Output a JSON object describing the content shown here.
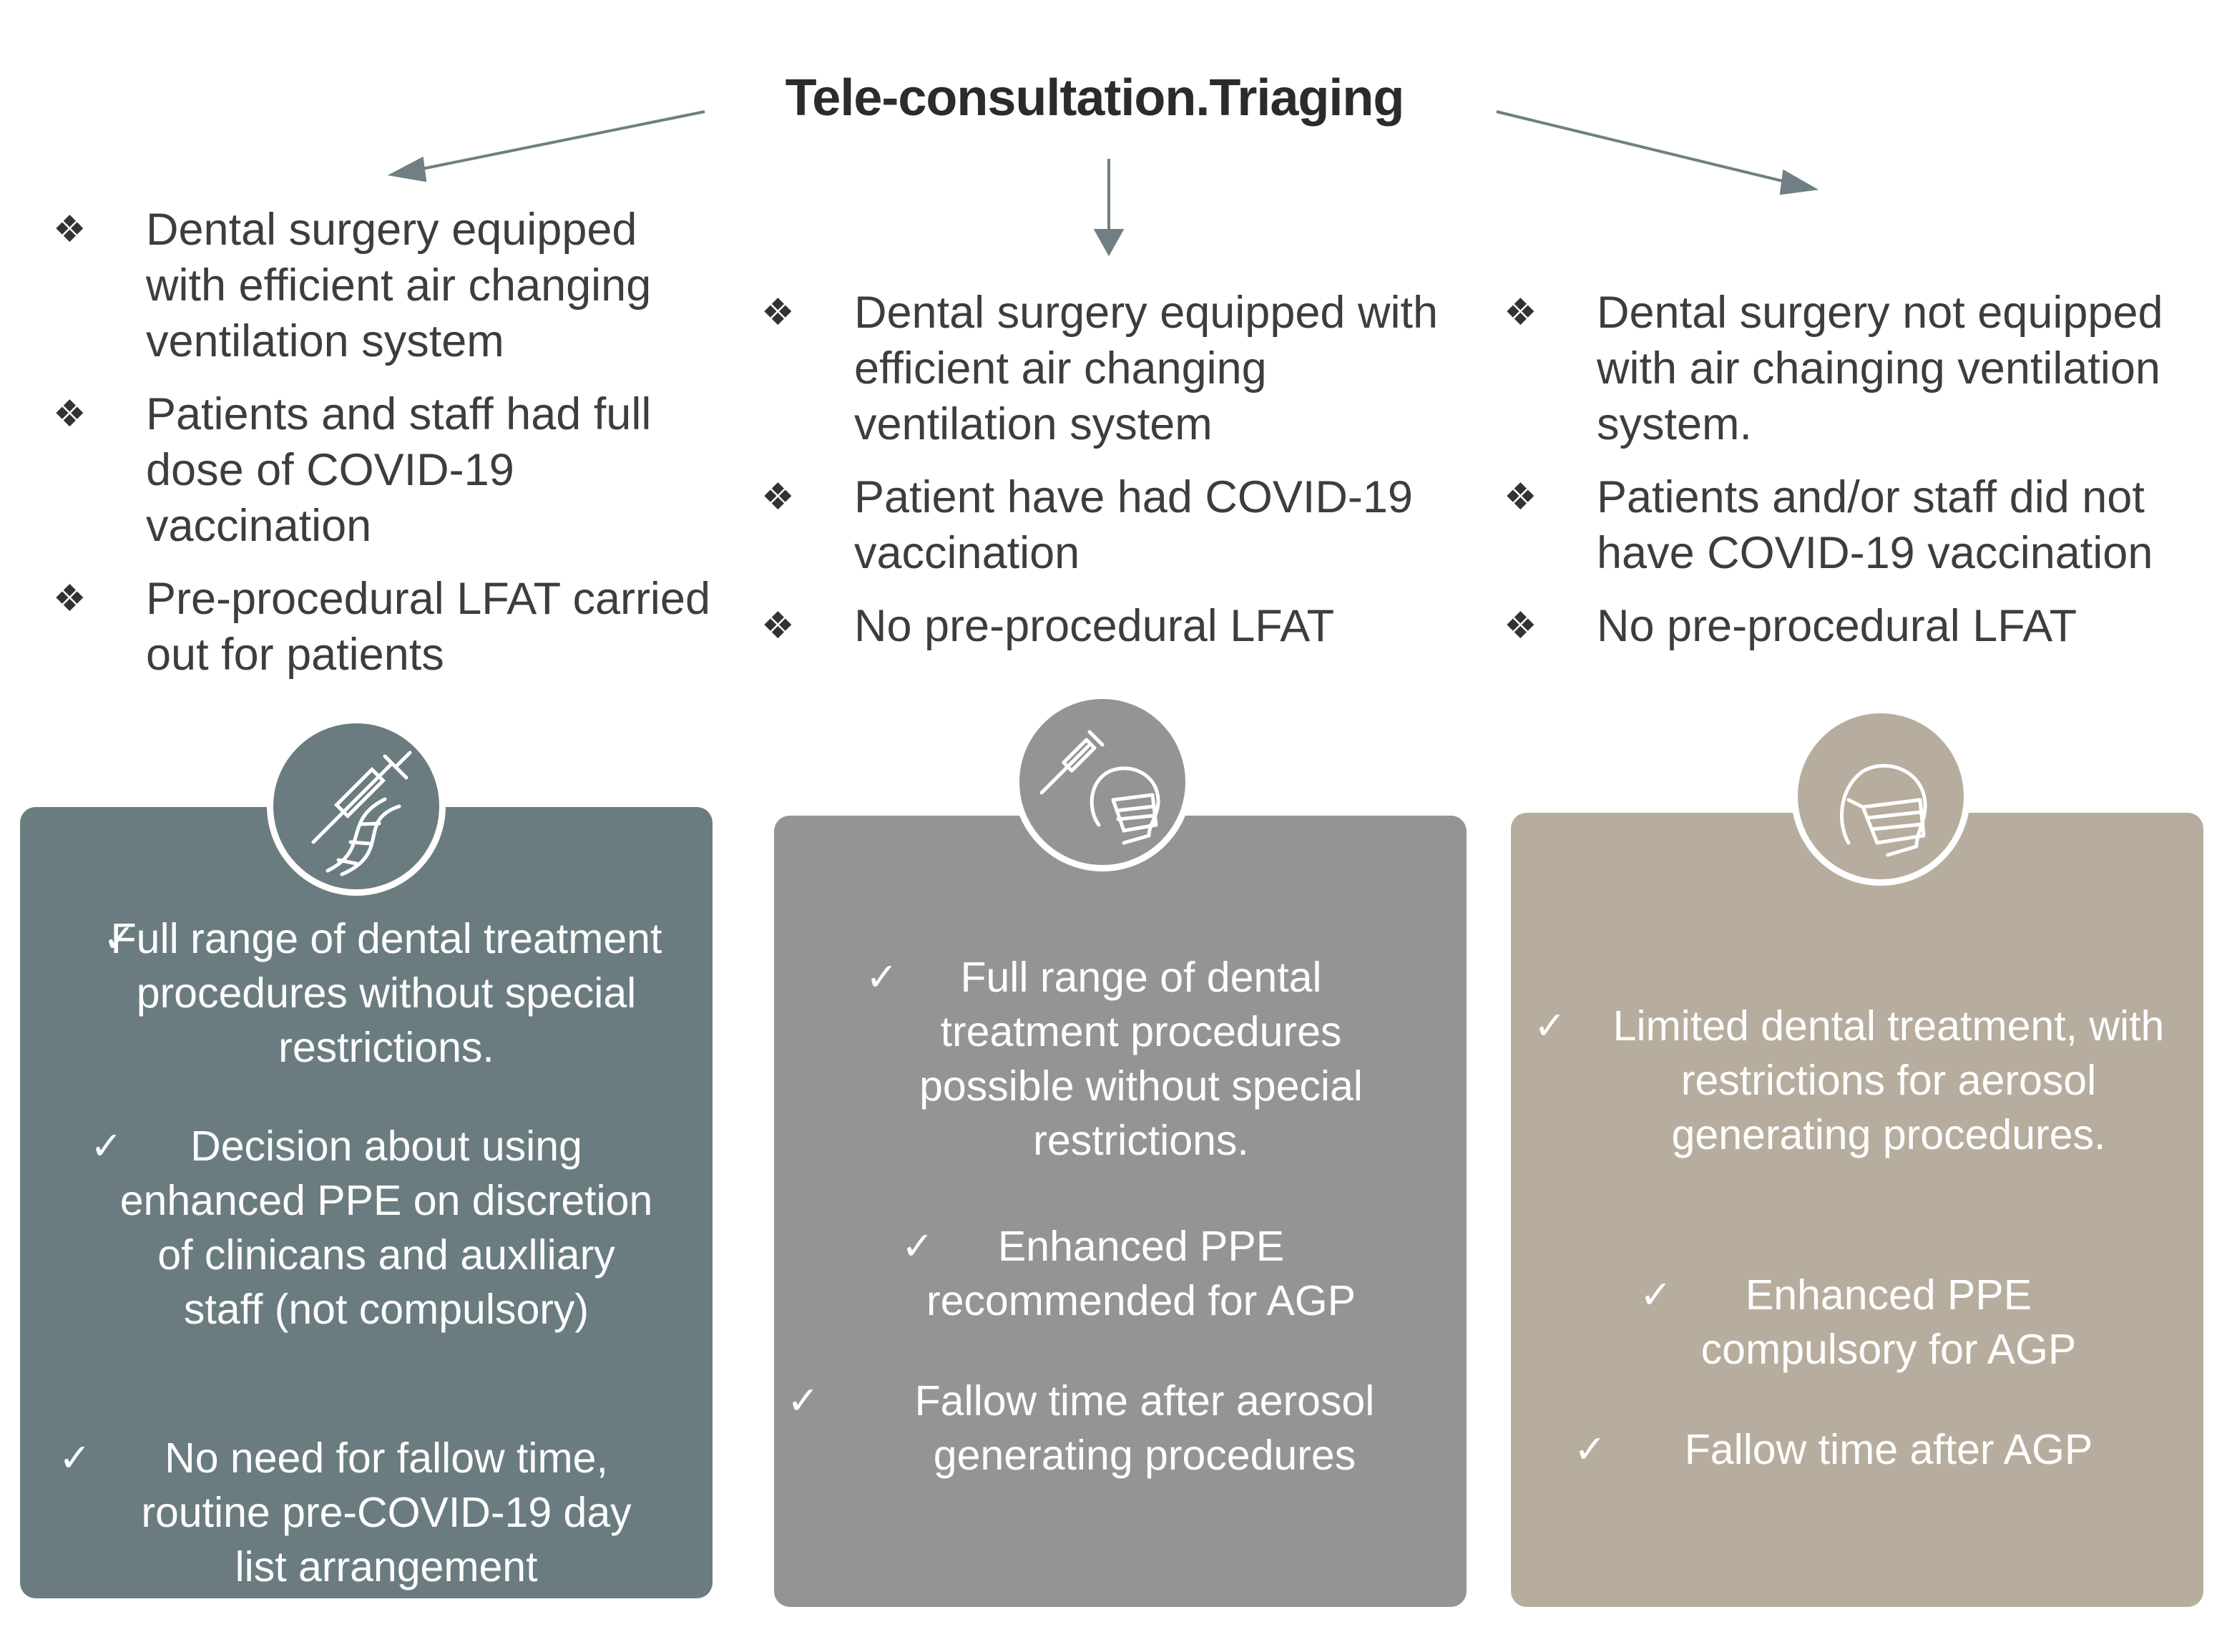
{
  "title": "Tele-consultation.Triaging",
  "columns": [
    {
      "criteria": [
        "Dental surgery equipped with efficient air changing ventilation system",
        "Patients and staff had full dose of COVID-19 vaccination",
        "Pre-procedural LFAT carried out for patients"
      ],
      "icon": "syringe-dna-icon",
      "color": "#6b7c80",
      "outcomes": [
        "Full range of dental treatment procedures without special restrictions.",
        "Decision about using enhanced PPE on discretion of clinicans and auxlliary staff (not compulsory)",
        "No need for fallow time, routine pre-COVID-19 day list arrangement"
      ]
    },
    {
      "criteria": [
        "Dental surgery equipped with efficient air changing ventilation system",
        "Patient have had COVID-19 vaccination",
        "No pre-procedural LFAT"
      ],
      "icon": "syringe-mask-head-icon",
      "color": "#949494",
      "outcomes": [
        "Full range of dental treatment procedures possible without special restrictions.",
        "Enhanced PPE recommended for AGP",
        "Fallow time after aerosol generating procedures"
      ]
    },
    {
      "criteria": [
        "Dental surgery not equipped with air chainging ventilation system.",
        "Patients and/or staff did not have COVID-19 vaccination",
        "No pre-procedural LFAT"
      ],
      "icon": "mask-head-icon",
      "color": "#b6ad9e",
      "outcomes": [
        "Limited dental treatment, with restrictions for aerosol generating procedures.",
        "Enhanced PPE compulsory for AGP",
        "Fallow time after AGP"
      ]
    }
  ]
}
